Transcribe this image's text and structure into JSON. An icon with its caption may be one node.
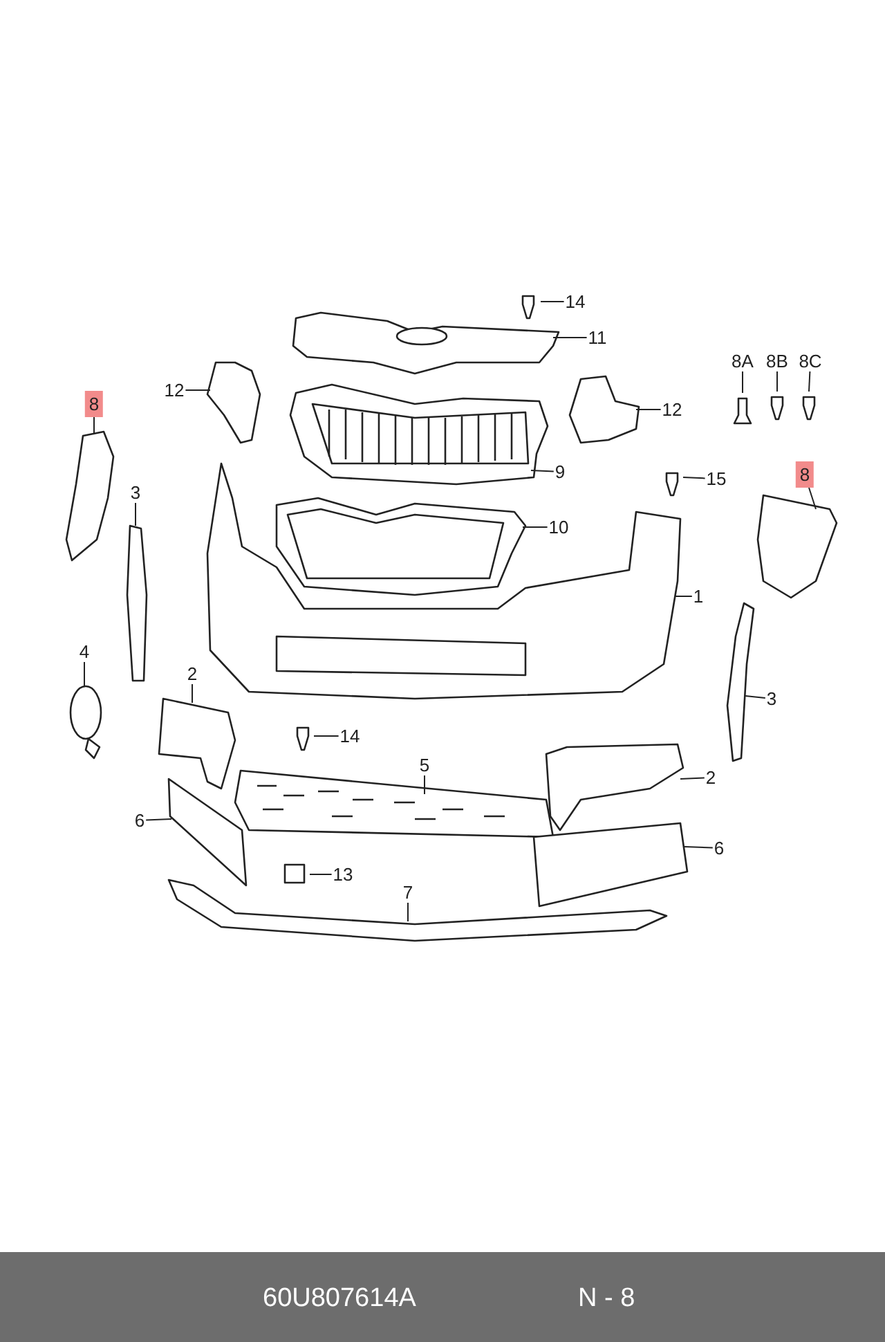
{
  "diagram": {
    "nodes": [
      {
        "text": [
          "14"
        ]
      },
      {
        "text": [
          "11"
        ]
      },
      {
        "text": [
          "12"
        ]
      },
      {
        "text": [
          "8A"
        ]
      },
      {
        "text": [
          "8B"
        ]
      },
      {
        "text": [
          "8C"
        ]
      },
      {
        "text": [
          "12"
        ]
      },
      {
        "text": [
          "8"
        ]
      },
      {
        "text": [
          "9"
        ]
      },
      {
        "text": [
          "15"
        ]
      },
      {
        "text": [
          "8"
        ]
      },
      {
        "text": [
          "3"
        ]
      },
      {
        "text": [
          "10"
        ]
      },
      {
        "text": [
          "1"
        ]
      },
      {
        "text": [
          "4"
        ]
      },
      {
        "text": [
          "2"
        ]
      },
      {
        "text": [
          "3"
        ]
      },
      {
        "text": [
          "14"
        ]
      },
      {
        "text": [
          "5"
        ]
      },
      {
        "text": [
          "2"
        ]
      },
      {
        "text": [
          "6"
        ]
      },
      {
        "text": [
          "6"
        ]
      },
      {
        "text": [
          "13"
        ]
      },
      {
        "text": [
          "7"
        ]
      }
    ],
    "edges": [
      {
        "from": 0,
        "to": null,
        "arrow": "none"
      },
      {
        "from": 1,
        "to": null,
        "arrow": "none"
      },
      {
        "from": 2,
        "to": null,
        "arrow": "none"
      },
      {
        "from": 3,
        "to": null,
        "arrow": "none"
      },
      {
        "from": 4,
        "to": null,
        "arrow": "none"
      },
      {
        "from": 5,
        "to": null,
        "arrow": "none"
      },
      {
        "from": 6,
        "to": null,
        "arrow": "none"
      },
      {
        "from": 7,
        "to": null,
        "arrow": "none"
      },
      {
        "from": 8,
        "to": null,
        "arrow": "none"
      },
      {
        "from": 9,
        "to": null,
        "arrow": "none"
      },
      {
        "from": 10,
        "to": null,
        "arrow": "none"
      },
      {
        "from": 11,
        "to": null,
        "arrow": "none"
      },
      {
        "from": 12,
        "to": null,
        "arrow": "none"
      },
      {
        "from": 13,
        "to": null,
        "arrow": "none"
      },
      {
        "from": 14,
        "to": null,
        "arrow": "none"
      },
      {
        "from": 15,
        "to": null,
        "arrow": "none"
      },
      {
        "from": 16,
        "to": null,
        "arrow": "none"
      },
      {
        "from": 17,
        "to": null,
        "arrow": "none"
      },
      {
        "from": 18,
        "to": null,
        "arrow": "none"
      },
      {
        "from": 19,
        "to": null,
        "arrow": "none"
      },
      {
        "from": 20,
        "to": null,
        "arrow": "none"
      },
      {
        "from": 21,
        "to": null,
        "arrow": "none"
      },
      {
        "from": 22,
        "to": null,
        "arrow": "none"
      },
      {
        "from": 23,
        "to": null,
        "arrow": "none"
      }
    ],
    "labels": [
      "60U807614A",
      "N - 8"
    ]
  }
}
